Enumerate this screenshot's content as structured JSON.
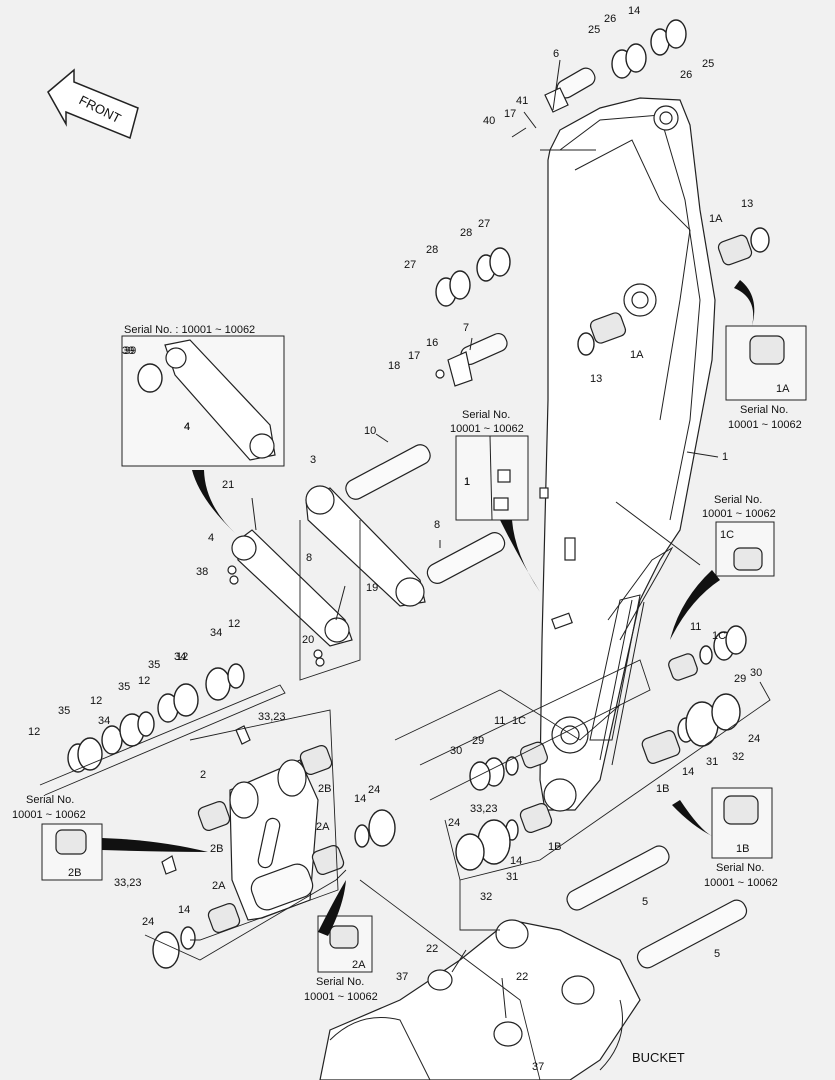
{
  "callouts": [
    {
      "text": "1"
    },
    {
      "text": "1A"
    },
    {
      "text": "1A"
    },
    {
      "text": "1B"
    },
    {
      "text": "1B"
    },
    {
      "text": "1C"
    },
    {
      "text": "1C"
    },
    {
      "text": "2"
    },
    {
      "text": "2A"
    },
    {
      "text": "2A"
    },
    {
      "text": "2B"
    },
    {
      "text": "2B"
    },
    {
      "text": "3"
    },
    {
      "text": "4"
    },
    {
      "text": "5"
    },
    {
      "text": "5"
    },
    {
      "text": "6"
    },
    {
      "text": "7"
    },
    {
      "text": "8"
    },
    {
      "text": "8"
    },
    {
      "text": "10"
    },
    {
      "text": "11"
    },
    {
      "text": "11"
    },
    {
      "text": "12"
    },
    {
      "text": "12"
    },
    {
      "text": "12"
    },
    {
      "text": "12"
    },
    {
      "text": "12"
    },
    {
      "text": "13"
    },
    {
      "text": "13"
    },
    {
      "text": "14"
    },
    {
      "text": "14"
    },
    {
      "text": "14"
    },
    {
      "text": "14"
    },
    {
      "text": "14"
    },
    {
      "text": "16"
    },
    {
      "text": "17"
    },
    {
      "text": "17"
    },
    {
      "text": "18"
    },
    {
      "text": "19"
    },
    {
      "text": "20"
    },
    {
      "text": "21"
    },
    {
      "text": "22"
    },
    {
      "text": "22"
    },
    {
      "text": "24"
    },
    {
      "text": "24"
    },
    {
      "text": "24"
    },
    {
      "text": "24"
    },
    {
      "text": "25"
    },
    {
      "text": "25"
    },
    {
      "text": "26"
    },
    {
      "text": "26"
    },
    {
      "text": "27"
    },
    {
      "text": "27"
    },
    {
      "text": "28"
    },
    {
      "text": "28"
    },
    {
      "text": "29"
    },
    {
      "text": "29"
    },
    {
      "text": "30"
    },
    {
      "text": "30"
    },
    {
      "text": "31"
    },
    {
      "text": "31"
    },
    {
      "text": "32"
    },
    {
      "text": "32"
    },
    {
      "text": "33,23"
    },
    {
      "text": "33,23"
    },
    {
      "text": "33,23"
    },
    {
      "text": "34"
    },
    {
      "text": "34"
    },
    {
      "text": "34"
    },
    {
      "text": "35"
    },
    {
      "text": "35"
    },
    {
      "text": "35"
    },
    {
      "text": "37"
    },
    {
      "text": "37"
    },
    {
      "text": "38"
    },
    {
      "text": "39"
    },
    {
      "text": "40"
    },
    {
      "text": "41"
    },
    {
      "text": "4"
    },
    {
      "text": "1"
    }
  ],
  "insets": {
    "serial_no_label": "Serial No.",
    "serial_range": "10001 ~ 10062",
    "serial_header_full": "Serial No. : 10001 ~ 10062",
    "box_4_parts": [
      "39",
      "4"
    ],
    "box_1_part": "1",
    "box_1A_part": "1A",
    "box_1A_label": "1A",
    "box_1B_label": "1B",
    "box_1C_label": "1C",
    "box_2A_label": "2A",
    "box_2B_label": "2B"
  },
  "direction_arrow": {
    "text": "FRONT"
  },
  "bucket_label": "BUCKET",
  "icons": [
    "front-arrow-icon"
  ]
}
